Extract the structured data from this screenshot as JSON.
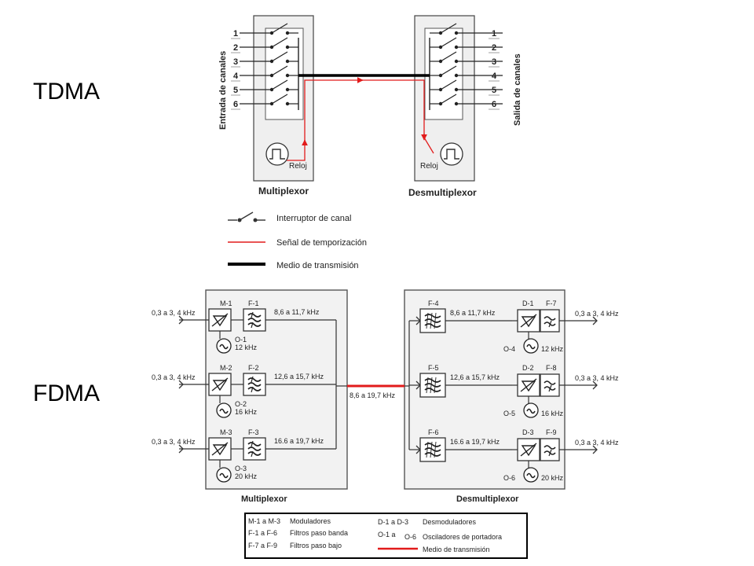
{
  "slide": {
    "tdma_label": "TDMA",
    "fdma_label": "FDMA"
  },
  "tdma": {
    "input_side_label": "Entrada de canales",
    "output_side_label": "Salida de canales",
    "channel_numbers": [
      "1",
      "2",
      "3",
      "4",
      "5",
      "6"
    ],
    "clock_label_mux": "Reloj",
    "clock_label_demux": "Reloj",
    "mux_label": "Multiplexor",
    "demux_label": "Desmultiplexor",
    "legend": {
      "switch": "Interruptor de canal",
      "timing": "Señal de temporización",
      "medium": "Medio de transmisión"
    },
    "colors": {
      "timing": "#e21b1b",
      "medium": "#000000"
    }
  },
  "fdma": {
    "mux_title": "Multiplexor",
    "demux_title": "Desmultiplexor",
    "link_band": "8,6 a 19,7 kHz",
    "mux_channels": [
      {
        "input": "0,3 a 3, 4 kHz",
        "modulator": "M-1",
        "filter": "F-1",
        "band": "8,6 a 11,7 kHz",
        "oscillator": "O-1",
        "freq": "12 kHz"
      },
      {
        "input": "0,3 a 3, 4 kHz",
        "modulator": "M-2",
        "filter": "F-2",
        "band": "12,6 a 15,7 kHz",
        "oscillator": "O-2",
        "freq": "16 kHz"
      },
      {
        "input": "0,3 a 3, 4 kHz",
        "modulator": "M-3",
        "filter": "F-3",
        "band": "16.6  a 19,7 kHz",
        "oscillator": "O-3",
        "freq": "20 kHz"
      }
    ],
    "demux_channels": [
      {
        "bandpass": "F-4",
        "band": "8,6 a 11,7 kHz",
        "demodulator": "D-1",
        "lowpass": "F-7",
        "oscillator": "O-4",
        "freq": "12 kHz",
        "output": "0,3 a 3, 4 kHz"
      },
      {
        "bandpass": "F-5",
        "band": "12,6  a 15,7 kHz",
        "demodulator": "D-2",
        "lowpass": "F-8",
        "oscillator": "O-5",
        "freq": "16 kHz",
        "output": "0,3 a 3, 4 kHz"
      },
      {
        "bandpass": "F-6",
        "band": "16.6  a 19,7 kHz",
        "demodulator": "D-3",
        "lowpass": "F-9",
        "oscillator": "O-6",
        "freq": "20 kHz",
        "output": "0,3 a 3, 4 kHz"
      }
    ],
    "legend": {
      "mods_code": "M-1 a M-3",
      "mods_text": "Moduladores",
      "bp_code": "F-1 a F-6",
      "bp_text": "Filtros paso banda",
      "lp_code": "F-7 a F-9",
      "lp_text": "Filtros paso bajo",
      "demods_code": "D-1  a  D-3",
      "demods_text": "Desmoduladores",
      "osc_code": "O-1 a",
      "osc_code2": "O-6",
      "osc_text": "Osciladores de portadora",
      "medium_text": "Medio de transmisión"
    },
    "colors": {
      "medium": "#e21b1b"
    }
  }
}
